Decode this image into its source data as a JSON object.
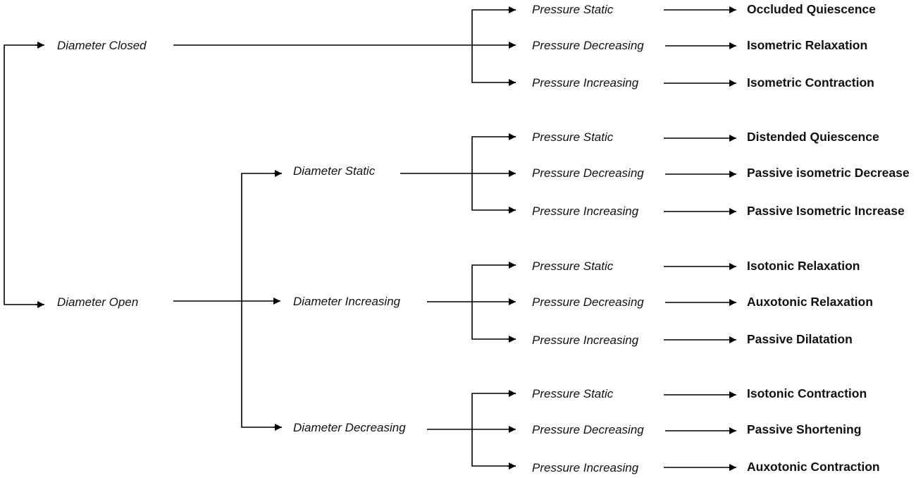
{
  "diagram": {
    "diameter_closed": "Diameter Closed",
    "diameter_open": "Diameter Open",
    "open_branches": [
      "Diameter Static",
      "Diameter Increasing",
      "Diameter Decreasing"
    ],
    "groups": [
      {
        "pressures": [
          "Pressure Static",
          "Pressure Decreasing",
          "Pressure Increasing"
        ],
        "outcomes": [
          "Occluded Quiescence",
          "Isometric Relaxation",
          "Isometric Contraction"
        ]
      },
      {
        "pressures": [
          "Pressure Static",
          "Pressure Decreasing",
          "Pressure Increasing"
        ],
        "outcomes": [
          "Distended Quiescence",
          "Passive isometric Decrease",
          "Passive Isometric Increase"
        ]
      },
      {
        "pressures": [
          "Pressure Static",
          "Pressure Decreasing",
          "Pressure Increasing"
        ],
        "outcomes": [
          "Isotonic Relaxation",
          "Auxotonic Relaxation",
          "Passive Dilatation"
        ]
      },
      {
        "pressures": [
          "Pressure Static",
          "Pressure Decreasing",
          "Pressure Increasing"
        ],
        "outcomes": [
          "Isotonic Contraction",
          "Passive Shortening",
          "Auxotonic Contraction"
        ]
      }
    ]
  }
}
